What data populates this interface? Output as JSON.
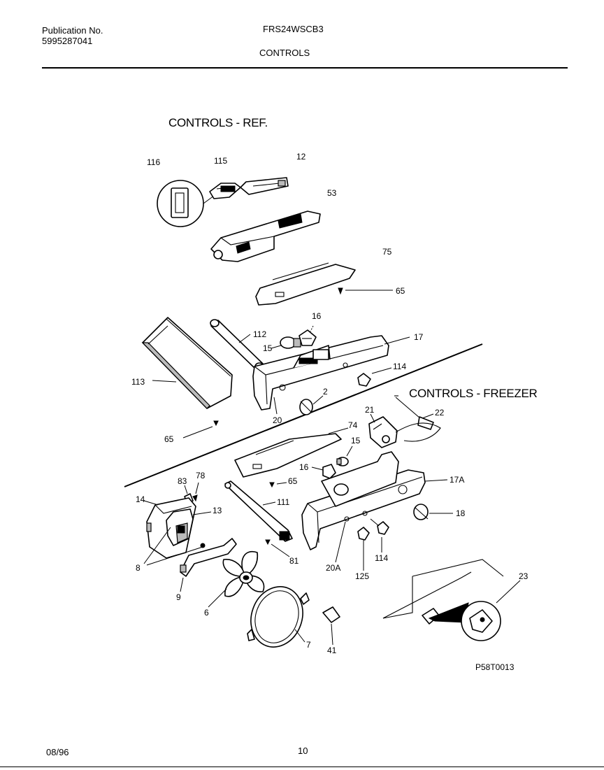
{
  "header": {
    "publication_label": "Publication No.",
    "publication_number": "5995287041",
    "model": "FRS24WSCB3",
    "section": "CONTROLS"
  },
  "sections": {
    "ref_title": "CONTROLS - REF.",
    "freezer_title": "CONTROLS - FREEZER"
  },
  "callouts": {
    "c116": "116",
    "c115": "115",
    "c12": "12",
    "c53": "53",
    "c75": "75",
    "c65a": "65",
    "c16a": "16",
    "c17": "17",
    "c112": "112",
    "c15a": "15",
    "c114a": "114",
    "c113": "113",
    "c2": "2",
    "c20": "20",
    "c65b": "65",
    "c21": "21",
    "c22": "22",
    "c74": "74",
    "c15b": "15",
    "c16b": "16",
    "c65c": "65",
    "c83": "83",
    "c78": "78",
    "c17a": "17A",
    "c14": "14",
    "c13": "13",
    "c111": "111",
    "c18": "18",
    "c8": "8",
    "c81": "81",
    "c20a": "20A",
    "c125": "125",
    "c114b": "114",
    "c9": "9",
    "c6": "6",
    "c7": "7",
    "c41": "41",
    "c23": "23"
  },
  "diagram_code": "P58T0013",
  "footer": {
    "date": "08/96",
    "page": "10"
  }
}
